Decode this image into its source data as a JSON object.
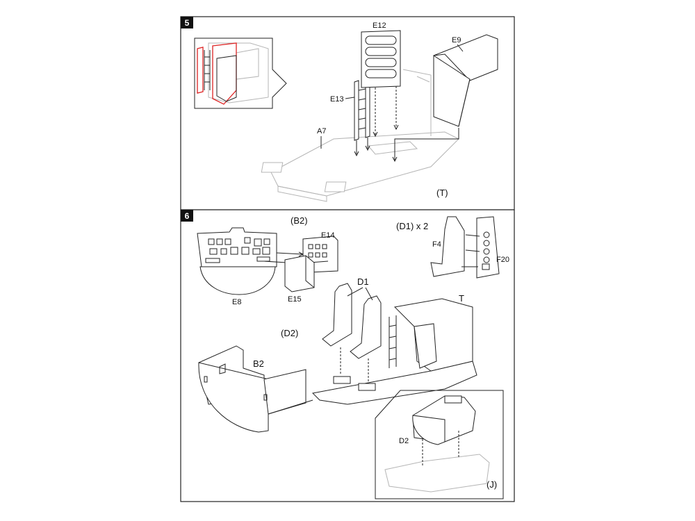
{
  "steps": [
    {
      "number": "5",
      "labels": {
        "e12": "E12",
        "e9": "E9",
        "e13": "E13",
        "a7": "A7",
        "t": "(T)"
      }
    },
    {
      "number": "6",
      "labels": {
        "b2_title": "(B2)",
        "e14": "E14",
        "e8": "E8",
        "e15": "E15",
        "d1_x2": "(D1) x 2",
        "f4": "F4",
        "f20": "F20",
        "d1": "D1",
        "t": "T",
        "d2": "(D2)",
        "b2": "B2",
        "d2_inset": "D2",
        "j": "(J)"
      }
    }
  ]
}
